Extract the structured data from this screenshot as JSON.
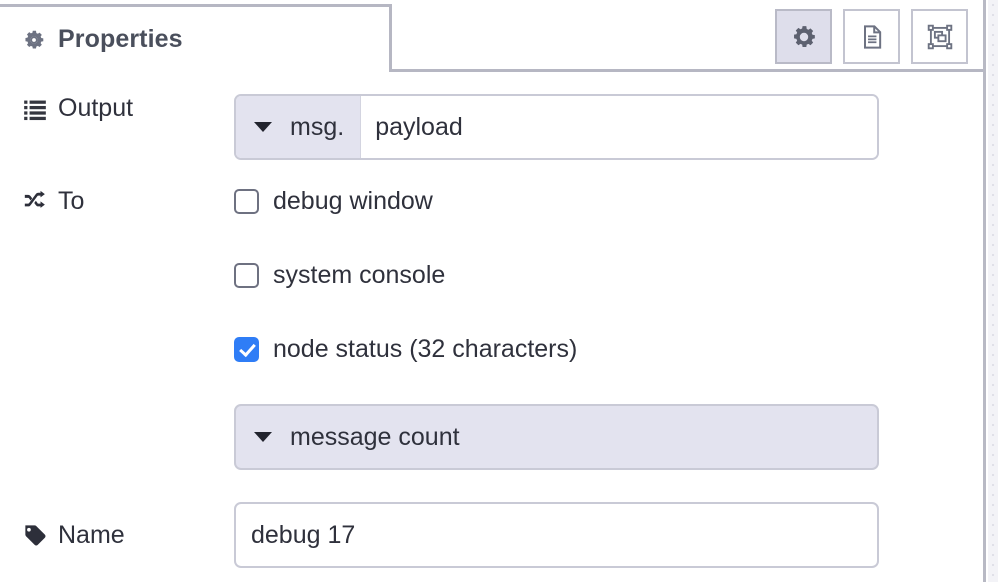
{
  "panel": {
    "tab": {
      "label": "Properties",
      "icon": "gear-icon"
    },
    "tool_buttons": [
      {
        "name": "properties-tool",
        "icon": "gear-icon",
        "active": true
      },
      {
        "name": "description-tool",
        "icon": "document-icon",
        "active": false
      },
      {
        "name": "appearance-tool",
        "icon": "appearance-icon",
        "active": false
      }
    ]
  },
  "form": {
    "output": {
      "label": "Output",
      "icon": "list-icon",
      "type_prefix": "msg.",
      "value": "payload"
    },
    "to": {
      "label": "To",
      "icon": "shuffle-icon",
      "options": [
        {
          "label": "debug window",
          "checked": false
        },
        {
          "label": "system console",
          "checked": false
        },
        {
          "label": "node status (32 characters)",
          "checked": true
        }
      ],
      "status_type": "message count"
    },
    "name": {
      "label": "Name",
      "icon": "tag-icon",
      "value": "debug 17",
      "placeholder": "Name"
    }
  },
  "colors": {
    "accent_checked": "#2f7df6",
    "field_prefix_bg": "#e3e3ef",
    "border": "#c9cad6",
    "tab_border": "#b6b7c3",
    "text": "#2f313c"
  }
}
